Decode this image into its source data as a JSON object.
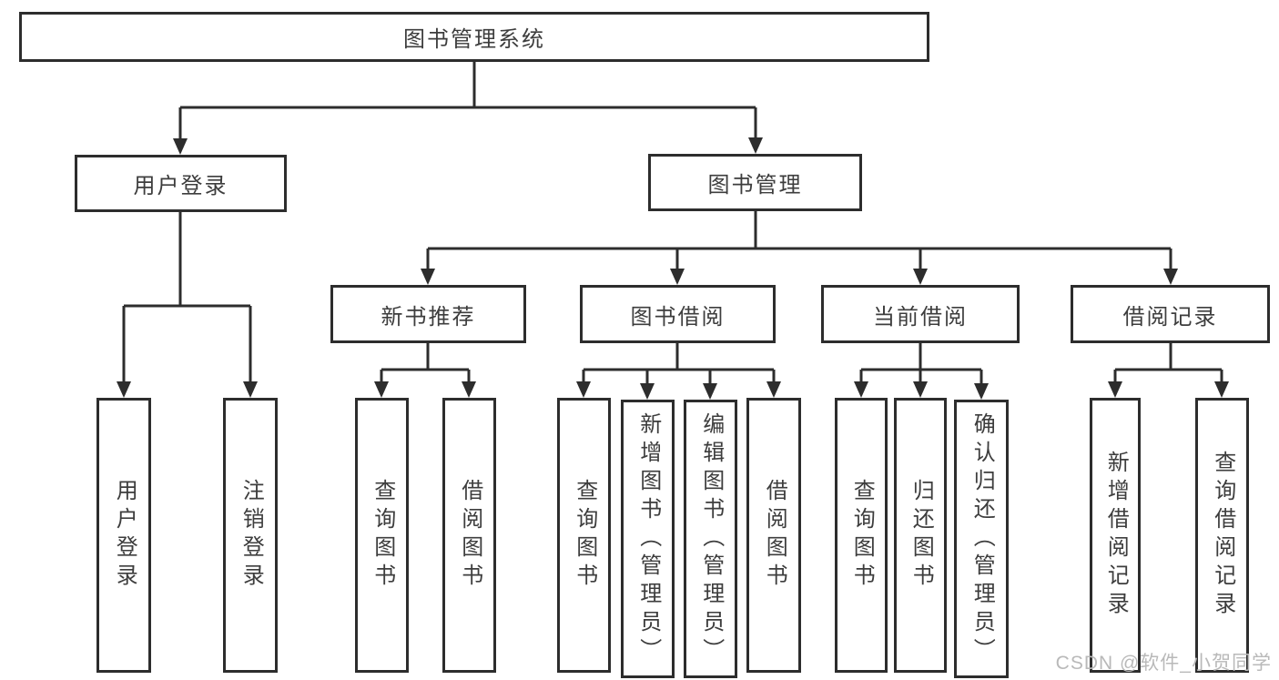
{
  "diagram": {
    "title": "图书管理系统",
    "type": "hierarchy-tree",
    "colors": {
      "line": "#2d2d2d",
      "text": "#3d3d3d",
      "watermark": "#b9b9b9",
      "background": "#ffffff"
    }
  },
  "nodes": {
    "root": {
      "label": "图书管理系统"
    },
    "user_login": {
      "label": "用户登录"
    },
    "book_mgmt": {
      "label": "图书管理"
    },
    "new_book_rec": {
      "label": "新书推荐"
    },
    "book_borrow": {
      "label": "图书借阅"
    },
    "current_borrow": {
      "label": "当前借阅"
    },
    "borrow_records": {
      "label": "借阅记录"
    },
    "leaf_user_login": {
      "label": "用户登录"
    },
    "leaf_logout": {
      "label": "注销登录"
    },
    "leaf_query_book_1": {
      "label": "查询图书"
    },
    "leaf_borrow_book_1": {
      "label": "借阅图书"
    },
    "leaf_query_book_2": {
      "label": "查询图书"
    },
    "leaf_add_book": {
      "label": "新增图书（管理员）"
    },
    "leaf_edit_book": {
      "label": "编辑图书（管理员）"
    },
    "leaf_borrow_book_2": {
      "label": "借阅图书"
    },
    "leaf_query_book_3": {
      "label": "查询图书"
    },
    "leaf_return_book": {
      "label": "归还图书"
    },
    "leaf_confirm_return": {
      "label": "确认归还（管理员）"
    },
    "leaf_add_borrow_record": {
      "label": "新增借阅记录"
    },
    "leaf_query_borrow_record": {
      "label": "查询借阅记录"
    }
  },
  "hierarchy": {
    "图书管理系统": {
      "用户登录": [
        "用户登录",
        "注销登录"
      ],
      "图书管理": {
        "新书推荐": [
          "查询图书",
          "借阅图书"
        ],
        "图书借阅": [
          "查询图书",
          "新增图书（管理员）",
          "编辑图书（管理员）",
          "借阅图书"
        ],
        "当前借阅": [
          "查询图书",
          "归还图书",
          "确认归还（管理员）"
        ],
        "借阅记录": [
          "新增借阅记录",
          "查询借阅记录"
        ]
      }
    }
  },
  "watermark": {
    "text": "CSDN @软件_小贺同学"
  }
}
